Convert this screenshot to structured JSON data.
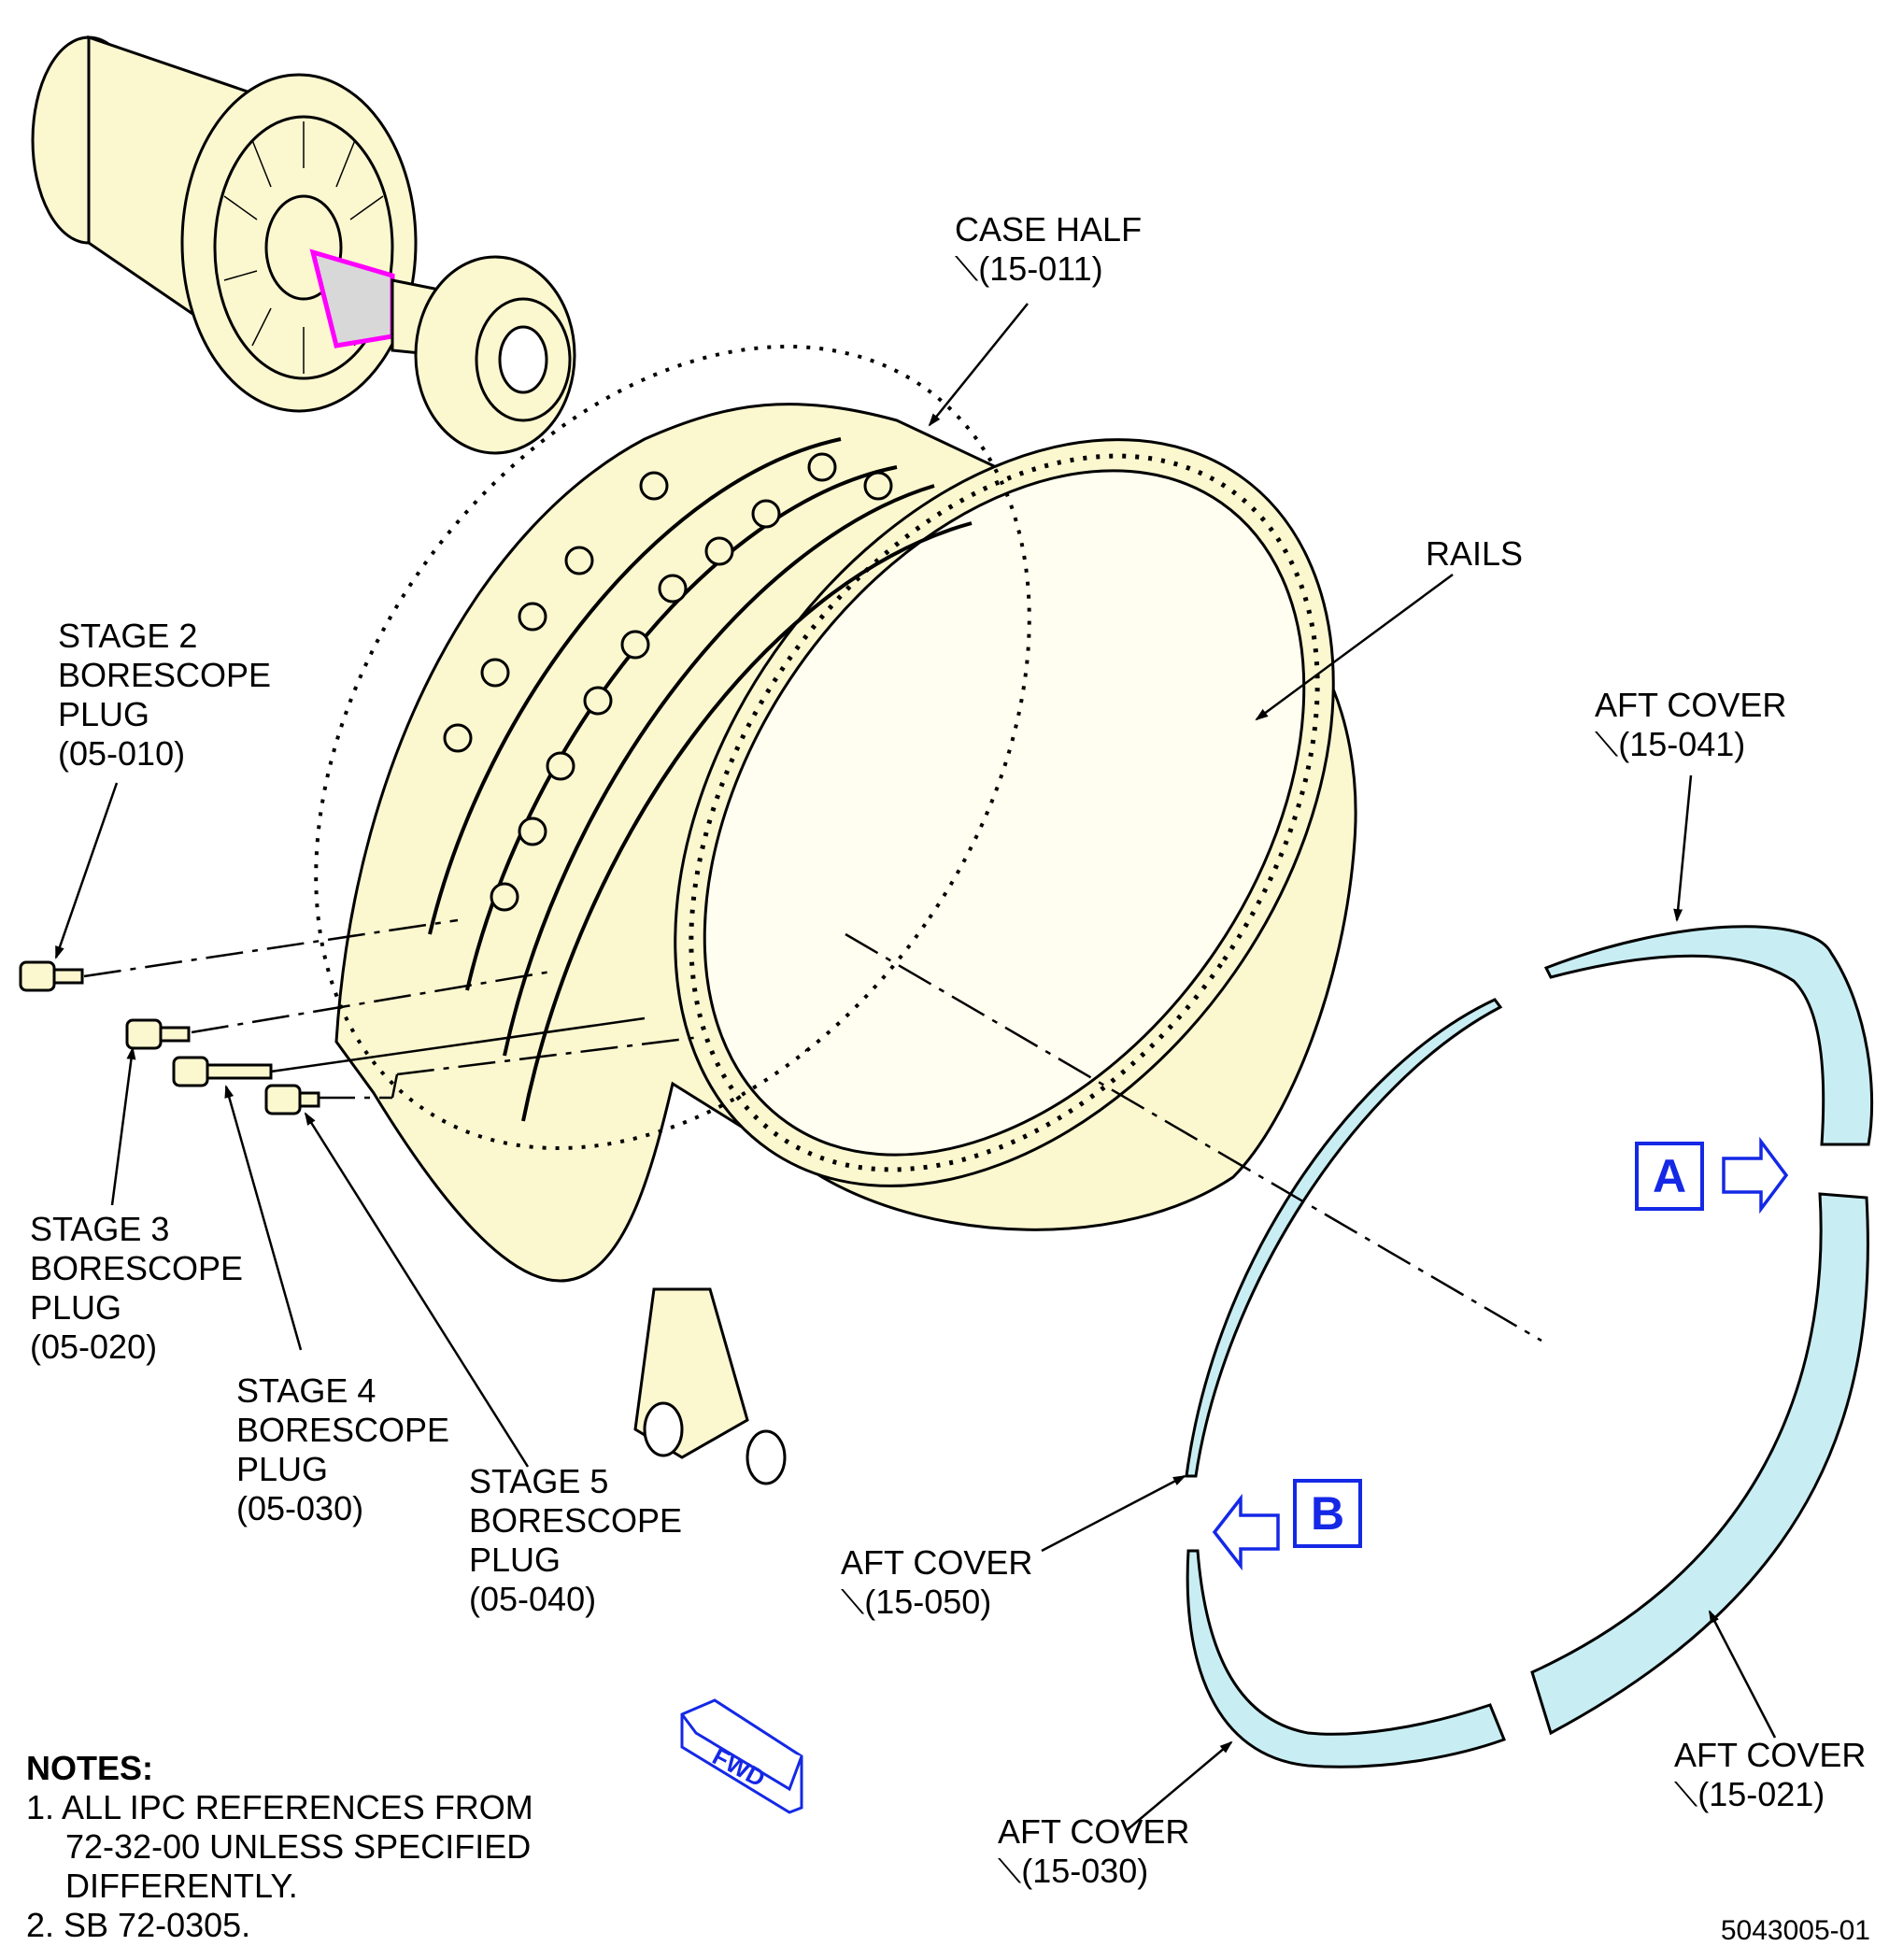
{
  "labels": {
    "case_half": {
      "name": "CASE HALF",
      "ref": "(15-011)"
    },
    "rails": {
      "name": "RAILS"
    },
    "aft_cover_041": {
      "name": "AFT COVER",
      "ref": "(15-041)"
    },
    "aft_cover_050": {
      "name": "AFT COVER",
      "ref": "(15-050)"
    },
    "aft_cover_021": {
      "name": "AFT COVER",
      "ref": "(15-021)"
    },
    "aft_cover_030": {
      "name": "AFT COVER",
      "ref": "(15-030)"
    },
    "stage2": {
      "l1": "STAGE 2",
      "l2": "BORESCOPE",
      "l3": "PLUG",
      "ref": "(05-010)"
    },
    "stage3": {
      "l1": "STAGE 3",
      "l2": "BORESCOPE",
      "l3": "PLUG",
      "ref": "(05-020)"
    },
    "stage4": {
      "l1": "STAGE 4",
      "l2": "BORESCOPE",
      "l3": "PLUG",
      "ref": "(05-030)"
    },
    "stage5": {
      "l1": "STAGE 5",
      "l2": "BORESCOPE",
      "l3": "PLUG",
      "ref": "(05-040)"
    }
  },
  "callouts": {
    "a": "A",
    "b": "B"
  },
  "fwd": "FWD",
  "notes": {
    "heading": "NOTES:",
    "n1_line1": "1. ALL IPC REFERENCES FROM",
    "n1_line2": "72-32-00 UNLESS SPECIFIED",
    "n1_line3": "DIFFERENTLY.",
    "n2": "2. SB 72-0305."
  },
  "figure_number": "5043005-01",
  "colors": {
    "case_fill": "#fbf7cf",
    "cover_fill": "#c8eef4",
    "callout_blue": "#1428e6",
    "highlight_magenta": "#ff00ff"
  }
}
